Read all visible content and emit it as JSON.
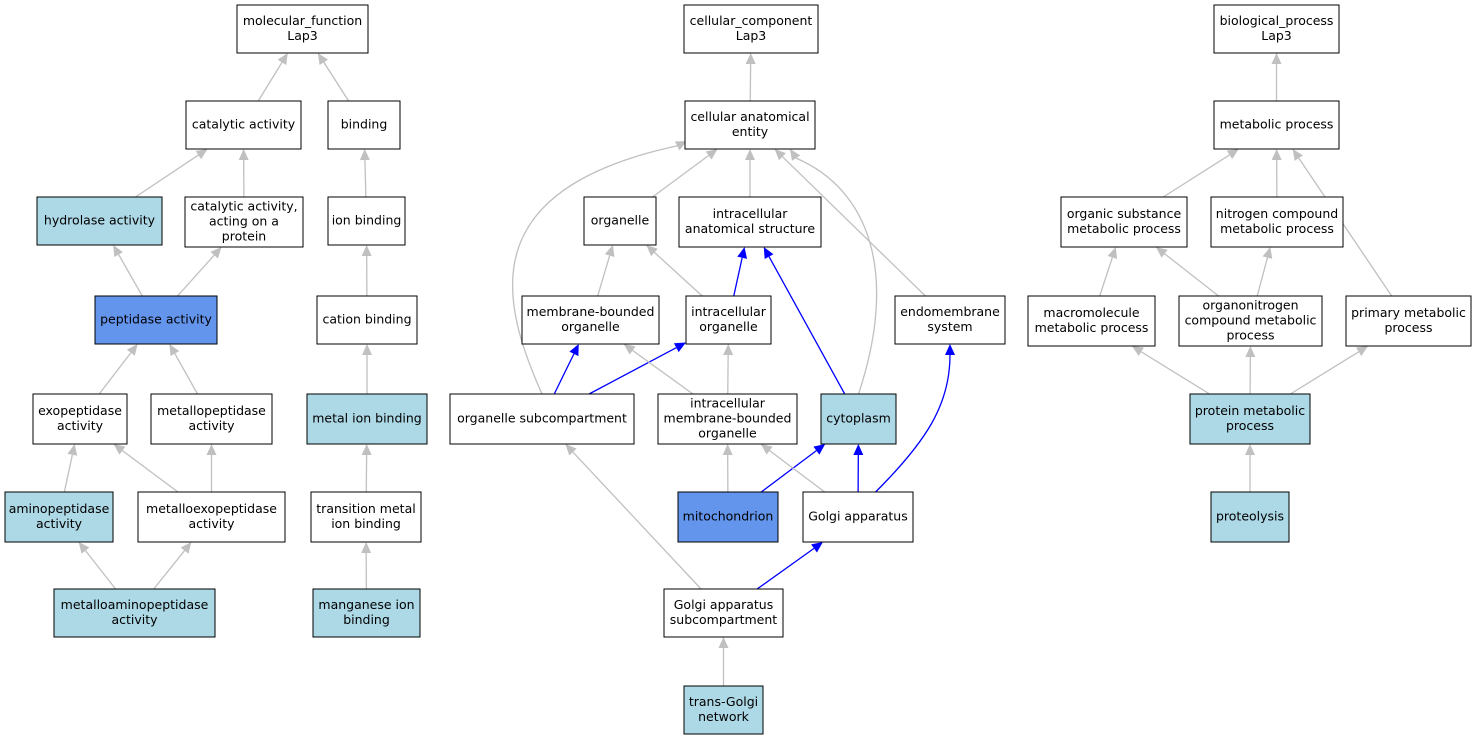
{
  "colors": {
    "plain": "#ffffff",
    "light": "#add8e6",
    "highlight": "#6495ed",
    "edge_default": "#c0c0c0",
    "edge_path": "#0000ff"
  },
  "nodes": [
    {
      "id": "mf_root",
      "lines": [
        "molecular_function",
        "Lap3"
      ],
      "fill": "plain"
    },
    {
      "id": "catalytic",
      "lines": [
        "catalytic activity"
      ],
      "fill": "plain"
    },
    {
      "id": "binding",
      "lines": [
        "binding"
      ],
      "fill": "plain"
    },
    {
      "id": "hydrolase",
      "lines": [
        "hydrolase activity"
      ],
      "fill": "light"
    },
    {
      "id": "cat_protein",
      "lines": [
        "catalytic activity,",
        "acting on a",
        "protein"
      ],
      "fill": "plain"
    },
    {
      "id": "ion_binding",
      "lines": [
        "ion binding"
      ],
      "fill": "plain"
    },
    {
      "id": "peptidase",
      "lines": [
        "peptidase activity"
      ],
      "fill": "highlight"
    },
    {
      "id": "cation_binding",
      "lines": [
        "cation binding"
      ],
      "fill": "plain"
    },
    {
      "id": "exopeptidase",
      "lines": [
        "exopeptidase",
        "activity"
      ],
      "fill": "plain"
    },
    {
      "id": "metallopeptidase",
      "lines": [
        "metallopeptidase",
        "activity"
      ],
      "fill": "plain"
    },
    {
      "id": "metal_ion",
      "lines": [
        "metal ion binding"
      ],
      "fill": "light"
    },
    {
      "id": "aminopeptidase",
      "lines": [
        "aminopeptidase",
        "activity"
      ],
      "fill": "light"
    },
    {
      "id": "metalloexo",
      "lines": [
        "metalloexopeptidase",
        "activity"
      ],
      "fill": "plain"
    },
    {
      "id": "transition_metal",
      "lines": [
        "transition metal",
        "ion binding"
      ],
      "fill": "plain"
    },
    {
      "id": "metalloamino",
      "lines": [
        "metalloaminopeptidase",
        "activity"
      ],
      "fill": "light"
    },
    {
      "id": "manganese",
      "lines": [
        "manganese ion",
        "binding"
      ],
      "fill": "light"
    },
    {
      "id": "cc_root",
      "lines": [
        "cellular_component",
        "Lap3"
      ],
      "fill": "plain"
    },
    {
      "id": "cae",
      "lines": [
        "cellular anatomical",
        "entity"
      ],
      "fill": "plain"
    },
    {
      "id": "organelle",
      "lines": [
        "organelle"
      ],
      "fill": "plain"
    },
    {
      "id": "ias",
      "lines": [
        "intracellular",
        "anatomical structure"
      ],
      "fill": "plain"
    },
    {
      "id": "mbo",
      "lines": [
        "membrane-bounded",
        "organelle"
      ],
      "fill": "plain"
    },
    {
      "id": "io",
      "lines": [
        "intracellular",
        "organelle"
      ],
      "fill": "plain"
    },
    {
      "id": "endomembrane",
      "lines": [
        "endomembrane",
        "system"
      ],
      "fill": "plain"
    },
    {
      "id": "osc",
      "lines": [
        "organelle subcompartment"
      ],
      "fill": "plain"
    },
    {
      "id": "imbo",
      "lines": [
        "intracellular",
        "membrane-bounded",
        "organelle"
      ],
      "fill": "plain"
    },
    {
      "id": "cytoplasm",
      "lines": [
        "cytoplasm"
      ],
      "fill": "light"
    },
    {
      "id": "mito",
      "lines": [
        "mitochondrion"
      ],
      "fill": "highlight"
    },
    {
      "id": "golgi",
      "lines": [
        "Golgi apparatus"
      ],
      "fill": "plain"
    },
    {
      "id": "golgi_sub",
      "lines": [
        "Golgi apparatus",
        "subcompartment"
      ],
      "fill": "plain"
    },
    {
      "id": "tgn",
      "lines": [
        "trans-Golgi",
        "network"
      ],
      "fill": "light"
    },
    {
      "id": "bp_root",
      "lines": [
        "biological_process",
        "Lap3"
      ],
      "fill": "plain"
    },
    {
      "id": "metabolic",
      "lines": [
        "metabolic process"
      ],
      "fill": "plain"
    },
    {
      "id": "osmp",
      "lines": [
        "organic substance",
        "metabolic process"
      ],
      "fill": "plain"
    },
    {
      "id": "ncmp",
      "lines": [
        "nitrogen compound",
        "metabolic process"
      ],
      "fill": "plain"
    },
    {
      "id": "macro",
      "lines": [
        "macromolecule",
        "metabolic process"
      ],
      "fill": "plain"
    },
    {
      "id": "orgn",
      "lines": [
        "organonitrogen",
        "compound metabolic",
        "process"
      ],
      "fill": "plain"
    },
    {
      "id": "primary",
      "lines": [
        "primary metabolic",
        "process"
      ],
      "fill": "plain"
    },
    {
      "id": "pmp",
      "lines": [
        "protein metabolic",
        "process"
      ],
      "fill": "light"
    },
    {
      "id": "proteolysis",
      "lines": [
        "proteolysis"
      ],
      "fill": "light"
    }
  ],
  "edges": [
    {
      "from": "catalytic",
      "to": "mf_root",
      "path": false
    },
    {
      "from": "binding",
      "to": "mf_root",
      "path": false
    },
    {
      "from": "hydrolase",
      "to": "catalytic",
      "path": false
    },
    {
      "from": "cat_protein",
      "to": "catalytic",
      "path": false
    },
    {
      "from": "ion_binding",
      "to": "binding",
      "path": false
    },
    {
      "from": "peptidase",
      "to": "hydrolase",
      "path": false
    },
    {
      "from": "peptidase",
      "to": "cat_protein",
      "path": false
    },
    {
      "from": "cation_binding",
      "to": "ion_binding",
      "path": false
    },
    {
      "from": "exopeptidase",
      "to": "peptidase",
      "path": false
    },
    {
      "from": "metallopeptidase",
      "to": "peptidase",
      "path": false
    },
    {
      "from": "metal_ion",
      "to": "cation_binding",
      "path": false
    },
    {
      "from": "aminopeptidase",
      "to": "exopeptidase",
      "path": false
    },
    {
      "from": "metalloexo",
      "to": "exopeptidase",
      "path": false
    },
    {
      "from": "metalloexo",
      "to": "metallopeptidase",
      "path": false
    },
    {
      "from": "transition_metal",
      "to": "metal_ion",
      "path": false
    },
    {
      "from": "metalloamino",
      "to": "aminopeptidase",
      "path": false
    },
    {
      "from": "metalloamino",
      "to": "metalloexo",
      "path": false
    },
    {
      "from": "manganese",
      "to": "transition_metal",
      "path": false
    },
    {
      "from": "cae",
      "to": "cc_root",
      "path": false
    },
    {
      "from": "organelle",
      "to": "cae",
      "path": false
    },
    {
      "from": "ias",
      "to": "cae",
      "path": false
    },
    {
      "from": "osc",
      "to": "cae",
      "path": false,
      "curve": "left"
    },
    {
      "from": "cytoplasm",
      "to": "cae",
      "path": false,
      "curve": "right"
    },
    {
      "from": "endomembrane",
      "to": "cae",
      "path": false
    },
    {
      "from": "mbo",
      "to": "organelle",
      "path": false
    },
    {
      "from": "io",
      "to": "organelle",
      "path": false
    },
    {
      "from": "io",
      "to": "ias",
      "path": true
    },
    {
      "from": "cytoplasm",
      "to": "ias",
      "path": true
    },
    {
      "from": "osc",
      "to": "mbo",
      "path": true
    },
    {
      "from": "osc",
      "to": "io",
      "path": true
    },
    {
      "from": "imbo",
      "to": "mbo",
      "path": false
    },
    {
      "from": "imbo",
      "to": "io",
      "path": false
    },
    {
      "from": "mito",
      "to": "imbo",
      "path": false
    },
    {
      "from": "mito",
      "to": "cytoplasm",
      "path": true
    },
    {
      "from": "golgi",
      "to": "imbo",
      "path": false
    },
    {
      "from": "golgi",
      "to": "cytoplasm",
      "path": true
    },
    {
      "from": "golgi",
      "to": "endomembrane",
      "path": true,
      "curve": "arc"
    },
    {
      "from": "golgi_sub",
      "to": "golgi",
      "path": true
    },
    {
      "from": "golgi_sub",
      "to": "osc",
      "path": false
    },
    {
      "from": "tgn",
      "to": "golgi_sub",
      "path": false
    },
    {
      "from": "metabolic",
      "to": "bp_root",
      "path": false
    },
    {
      "from": "osmp",
      "to": "metabolic",
      "path": false
    },
    {
      "from": "ncmp",
      "to": "metabolic",
      "path": false
    },
    {
      "from": "primary",
      "to": "metabolic",
      "path": false
    },
    {
      "from": "macro",
      "to": "osmp",
      "path": false
    },
    {
      "from": "orgn",
      "to": "osmp",
      "path": false
    },
    {
      "from": "orgn",
      "to": "ncmp",
      "path": false
    },
    {
      "from": "pmp",
      "to": "macro",
      "path": false
    },
    {
      "from": "pmp",
      "to": "orgn",
      "path": false
    },
    {
      "from": "pmp",
      "to": "primary",
      "path": false
    },
    {
      "from": "proteolysis",
      "to": "pmp",
      "path": false
    }
  ]
}
